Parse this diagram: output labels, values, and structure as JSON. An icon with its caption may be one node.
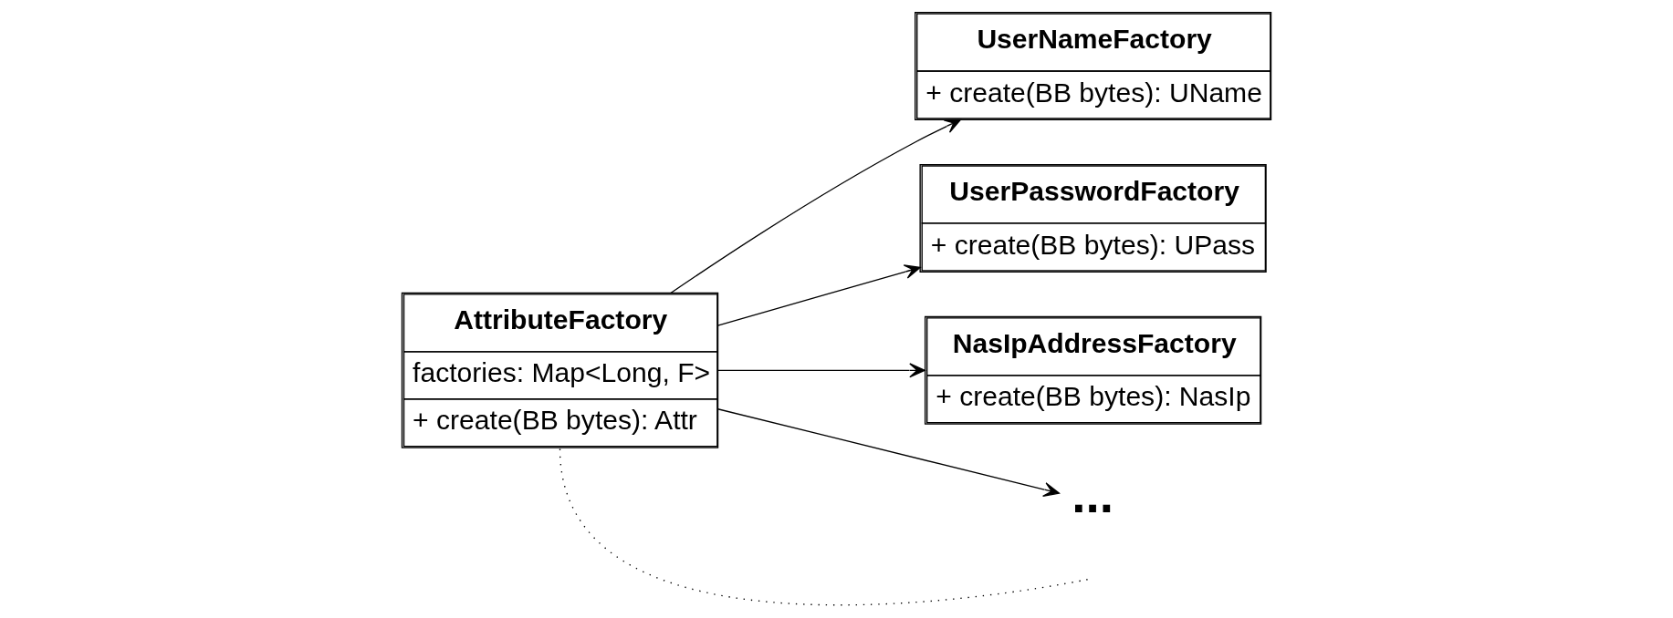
{
  "diagram": {
    "nodes": [
      {
        "text": [
          "AttributeFactory",
          "factories: Map<Long, F>",
          "+ create(BB bytes): Attr"
        ]
      },
      {
        "text": [
          "UserNameFactory",
          "+ create(BB bytes): UName"
        ]
      },
      {
        "text": [
          "UserPasswordFactory",
          "+ create(BB bytes): UPass"
        ]
      },
      {
        "text": [
          "NasIpAddressFactory",
          "+ create(BB bytes): NasIp"
        ]
      },
      {
        "text": [
          "..."
        ]
      }
    ],
    "edges": [
      {
        "from": 0,
        "to": 1,
        "arrow": "to"
      },
      {
        "from": 0,
        "to": 2,
        "arrow": "to"
      },
      {
        "from": 0,
        "to": 3,
        "arrow": "to"
      },
      {
        "from": 0,
        "to": 4,
        "arrow": "to"
      },
      {
        "from": 0,
        "to": null,
        "arrow": "none",
        "style": "dashed"
      }
    ]
  }
}
